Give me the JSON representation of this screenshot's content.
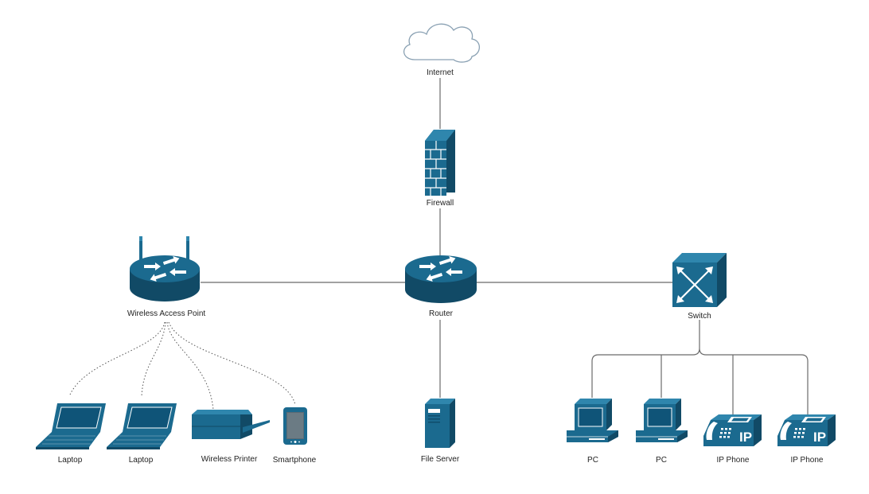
{
  "colors": {
    "device_fill": "#1b6a8f",
    "device_dark": "#114a66",
    "device_light": "#2f86ad",
    "line": "#6b6b6b",
    "cloud_stroke": "#8aa1b3"
  },
  "nodes": {
    "internet": {
      "label": "Internet",
      "icon": "cloud-icon"
    },
    "firewall": {
      "label": "Firewall",
      "icon": "firewall-icon"
    },
    "router": {
      "label": "Router",
      "icon": "router-icon"
    },
    "wap": {
      "label": "Wireless Access Point",
      "icon": "wireless-router-icon"
    },
    "switch": {
      "label": "Switch",
      "icon": "switch-icon"
    },
    "laptop1": {
      "label": "Laptop",
      "icon": "laptop-icon"
    },
    "laptop2": {
      "label": "Laptop",
      "icon": "laptop-icon"
    },
    "printer": {
      "label": "Wireless Printer",
      "icon": "printer-icon"
    },
    "smartphone": {
      "label": "Smartphone",
      "icon": "smartphone-icon"
    },
    "fileserver": {
      "label": "File Server",
      "icon": "server-icon"
    },
    "pc1": {
      "label": "PC",
      "icon": "desktop-pc-icon"
    },
    "pc2": {
      "label": "PC",
      "icon": "desktop-pc-icon"
    },
    "phone1": {
      "label": "IP Phone",
      "icon": "ip-phone-icon"
    },
    "phone2": {
      "label": "IP Phone",
      "icon": "ip-phone-icon"
    }
  },
  "phone_badge": "IP",
  "connections": [
    {
      "from": "internet",
      "to": "firewall",
      "type": "wired"
    },
    {
      "from": "firewall",
      "to": "router",
      "type": "wired"
    },
    {
      "from": "router",
      "to": "wap",
      "type": "wired"
    },
    {
      "from": "router",
      "to": "switch",
      "type": "wired"
    },
    {
      "from": "router",
      "to": "fileserver",
      "type": "wired"
    },
    {
      "from": "wap",
      "to": "laptop1",
      "type": "wireless"
    },
    {
      "from": "wap",
      "to": "laptop2",
      "type": "wireless"
    },
    {
      "from": "wap",
      "to": "printer",
      "type": "wireless"
    },
    {
      "from": "wap",
      "to": "smartphone",
      "type": "wireless"
    },
    {
      "from": "switch",
      "to": "pc1",
      "type": "wired"
    },
    {
      "from": "switch",
      "to": "pc2",
      "type": "wired"
    },
    {
      "from": "switch",
      "to": "phone1",
      "type": "wired"
    },
    {
      "from": "switch",
      "to": "phone2",
      "type": "wired"
    }
  ]
}
